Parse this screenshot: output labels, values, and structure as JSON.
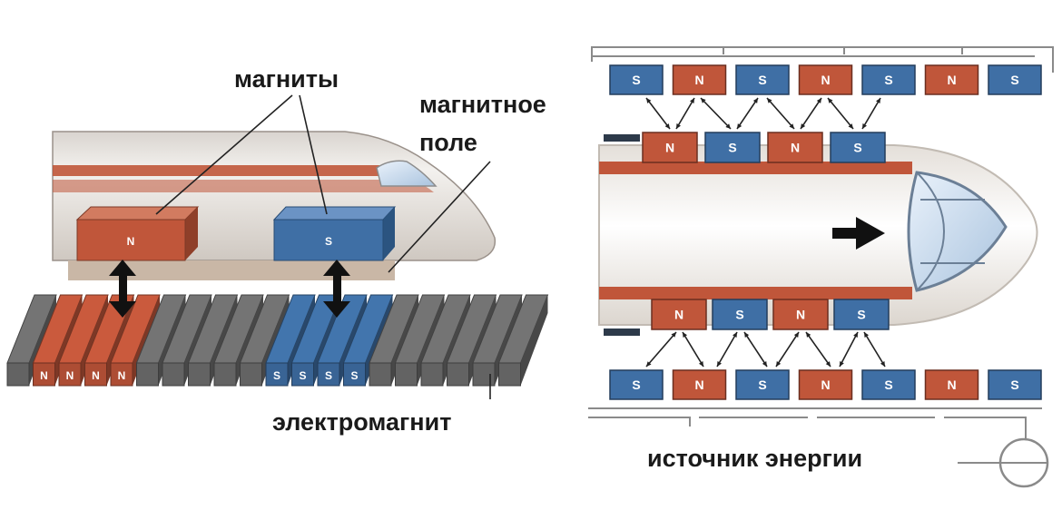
{
  "labels": {
    "magnets": "магниты",
    "magnetic_field_line1": "магнитное",
    "magnetic_field_line2": "поле",
    "electromagnet": "электромагнит",
    "power_source": "источник энергии"
  },
  "poles": {
    "north": "N",
    "south": "S"
  },
  "left_panel": {
    "train_magnets": [
      "N",
      "S"
    ],
    "track_n_letters": [
      "N",
      "N",
      "N",
      "N"
    ],
    "track_s_letters": [
      "S",
      "S",
      "S",
      "S"
    ]
  },
  "right_panel": {
    "top_guide_row": [
      "S",
      "N",
      "S",
      "N",
      "S",
      "N",
      "S"
    ],
    "train_top_row": [
      "N",
      "S",
      "N",
      "S"
    ],
    "train_bottom_row": [
      "N",
      "S",
      "N",
      "S"
    ],
    "bottom_guide_row": [
      "S",
      "N",
      "S",
      "N",
      "S",
      "N",
      "S"
    ]
  },
  "colors": {
    "north": "#c0563a",
    "south": "#3f6fa5",
    "track_gray": "#6e6e6e",
    "label": "#1a1a1a"
  }
}
